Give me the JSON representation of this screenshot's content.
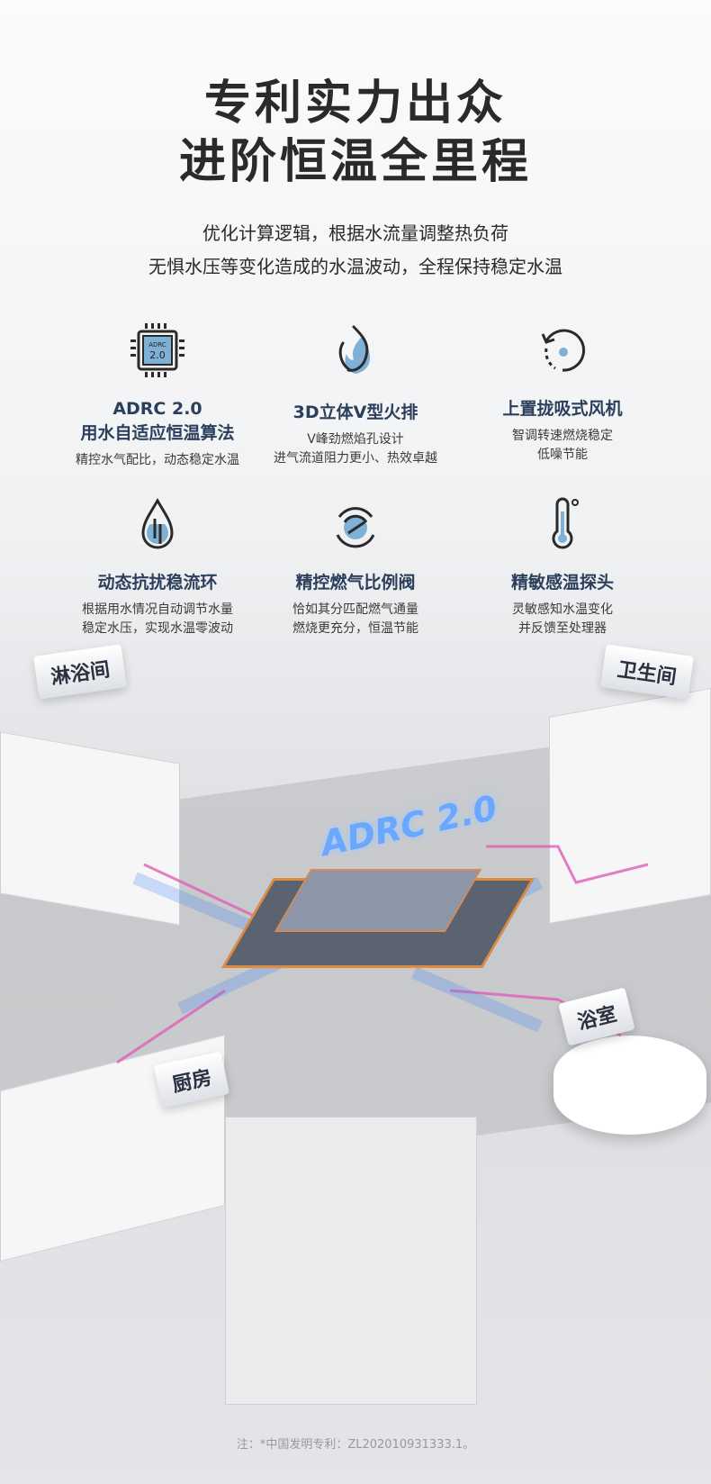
{
  "title": {
    "line1": "专利实力出众",
    "line2": "进阶恒温全里程"
  },
  "subtitle": {
    "line1": "优化计算逻辑，根据水流量调整热负荷",
    "line2": "无惧水压等变化造成的水温波动，全程保持稳定水温"
  },
  "features": [
    {
      "icon": "chip-icon",
      "chip_text": "ADRC 2.0",
      "title": [
        "ADRC 2.0",
        "用水自适应恒温算法"
      ],
      "desc": [
        "精控水气配比，动态稳定水温"
      ]
    },
    {
      "icon": "flame-icon",
      "title": [
        "3D立体V型火排"
      ],
      "desc": [
        "V峰劲燃焰孔设计",
        "进气流道阻力更小、热效卓越"
      ]
    },
    {
      "icon": "fan-rotate-icon",
      "title": [
        "上置拢吸式风机"
      ],
      "desc": [
        "智调转速燃烧稳定",
        "低噪节能"
      ]
    },
    {
      "icon": "water-drop-icon",
      "title": [
        "动态抗扰稳流环"
      ],
      "desc": [
        "根据用水情况自动调节水量",
        "稳定水压，实现水温零波动"
      ]
    },
    {
      "icon": "gauge-valve-icon",
      "title": [
        "精控燃气比例阀"
      ],
      "desc": [
        "恰如其分匹配燃气通量",
        "燃烧更充分，恒温节能"
      ]
    },
    {
      "icon": "thermometer-icon",
      "title": [
        "精敏感温探头"
      ],
      "desc": [
        "灵敏感知水温变化",
        "并反馈至处理器"
      ]
    }
  ],
  "scene": {
    "labels": {
      "shower": "淋浴间",
      "toilet": "卫生间",
      "kitchen": "厨房",
      "bathroom": "浴室"
    },
    "chip_label": "ADRC 2.0"
  },
  "footnote": "注：*中国发明专利：ZL202010931333.1。",
  "colors": {
    "accent": "#2b3f5c",
    "icon_blue": "#7fb0d6",
    "pipe_pink": "#e05fb5",
    "pipe_blue": "#3b82f6"
  }
}
